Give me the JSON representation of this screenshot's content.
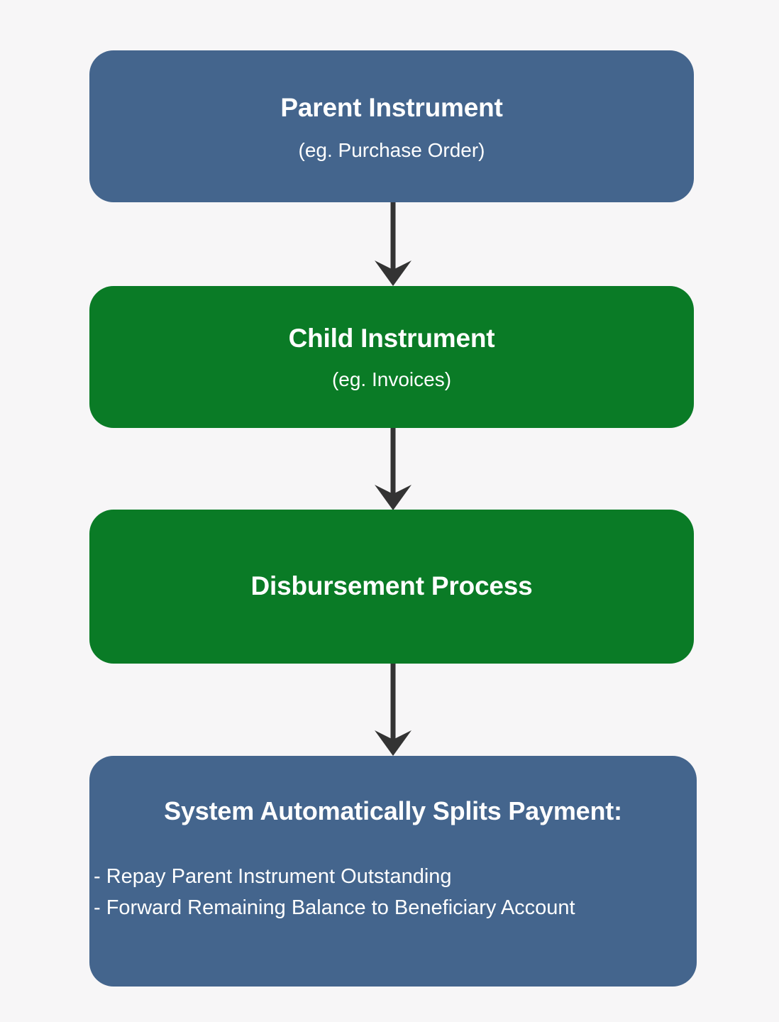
{
  "diagram": {
    "background_color": "#f7f6f7",
    "colors": {
      "blue": "#44658d",
      "green": "#0a7b26",
      "arrow": "#333333",
      "text": "#ffffff"
    },
    "nodes": [
      {
        "id": "parent-instrument",
        "title": "Parent Instrument",
        "subtitle": "(eg. Purchase Order)",
        "color": "#44658d"
      },
      {
        "id": "child-instrument",
        "title": "Child Instrument",
        "subtitle": "(eg. Invoices)",
        "color": "#0a7b26"
      },
      {
        "id": "disbursement-process",
        "title": "Disbursement Process",
        "subtitle": "",
        "color": "#0a7b26"
      },
      {
        "id": "split-payment",
        "title": "System Automatically Splits Payment:",
        "bullets": [
          "- Repay Parent Instrument Outstanding",
          "- Forward Remaining Balance to Beneficiary Account"
        ],
        "color": "#44658d"
      }
    ],
    "connectors": [
      {
        "id": "arrow-parent-to-child",
        "from": "parent-instrument",
        "to": "child-instrument",
        "icon": "down-arrow-icon"
      },
      {
        "id": "arrow-child-to-disbursement",
        "from": "child-instrument",
        "to": "disbursement-process",
        "icon": "down-arrow-icon"
      },
      {
        "id": "arrow-disbursement-to-split",
        "from": "disbursement-process",
        "to": "split-payment",
        "icon": "down-arrow-icon"
      }
    ]
  }
}
